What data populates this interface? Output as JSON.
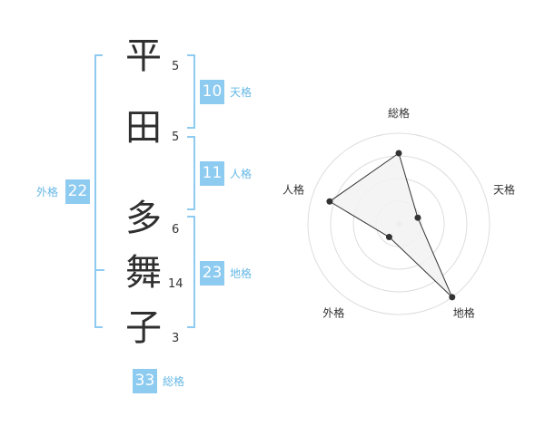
{
  "name": {
    "chars": [
      {
        "char": "平",
        "strokes": "5"
      },
      {
        "char": "田",
        "strokes": "5"
      },
      {
        "char": "多",
        "strokes": "6"
      },
      {
        "char": "舞",
        "strokes": "14"
      },
      {
        "char": "子",
        "strokes": "3"
      }
    ]
  },
  "fortune": {
    "tenkaku": {
      "value": "10",
      "label": "天格"
    },
    "jinkaku": {
      "value": "11",
      "label": "人格"
    },
    "chikaku": {
      "value": "23",
      "label": "地格"
    },
    "gaikaku": {
      "value": "22",
      "label": "外格"
    },
    "soukaku": {
      "value": "33",
      "label": "総格"
    }
  },
  "colors": {
    "accent": "#8ecbf0",
    "label": "#66b8e6",
    "radar_fill": "#f2f2f2"
  },
  "chart_data": {
    "type": "radar",
    "axes": [
      "総格",
      "天格",
      "地格",
      "外格",
      "人格"
    ],
    "values": [
      0.78,
      0.22,
      1.0,
      0.18,
      0.8
    ],
    "rings": 4
  }
}
